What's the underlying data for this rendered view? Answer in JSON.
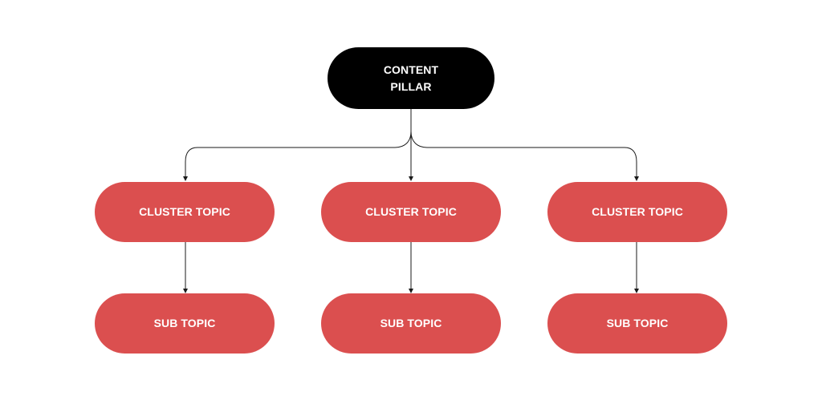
{
  "diagram": {
    "pillar": {
      "line1": "CONTENT",
      "line2": "PILLAR"
    },
    "clusters": [
      {
        "label": "CLUSTER TOPIC"
      },
      {
        "label": "CLUSTER TOPIC"
      },
      {
        "label": "CLUSTER TOPIC"
      }
    ],
    "subtopics": [
      {
        "label": "SUB TOPIC"
      },
      {
        "label": "SUB TOPIC"
      },
      {
        "label": "SUB TOPIC"
      }
    ]
  },
  "colors": {
    "background": "#ffffff",
    "pillar": "#000000",
    "topic": "#db4f4f",
    "text": "#ffffff",
    "connector": "#1a1a1a"
  }
}
